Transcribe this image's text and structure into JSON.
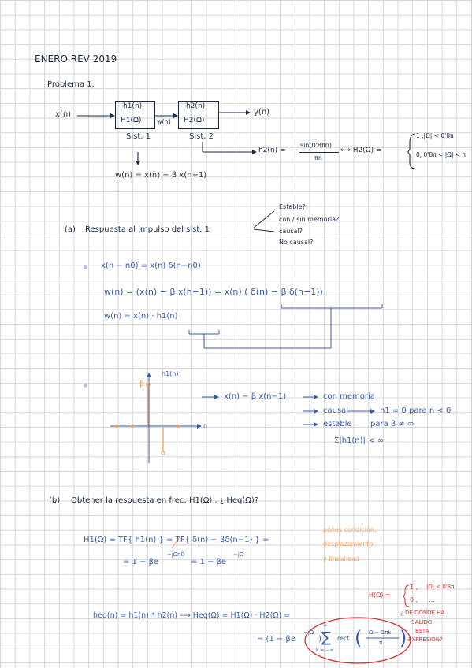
{
  "header": "ENERO REV 2019",
  "problem_title": "Problema 1:",
  "diagram": {
    "input": "x(n)",
    "h1_line1": "h1(n)",
    "h1_line2": "H1(Ω)",
    "mid_signal": "w(n)",
    "h2_line1": "h2(n)",
    "h2_line2": "H2(Ω)",
    "output": "y(n)",
    "sist1": "Sist. 1",
    "sist2": "Sist. 2",
    "h2_def_left": "h2(n) =",
    "h2_num": "sin(0'8πn)",
    "h2_den": "πn",
    "h2_transform": "⟷ H2(Ω) =",
    "case1": "1 ,|Ω| < 0'8π",
    "case2": "0, 0'8π < |Ω| < π",
    "w_eq": "w(n) = x(n) − β x(n−1)"
  },
  "part_a": {
    "label": "(a)",
    "text": "Respuesta al impulso del sist. 1",
    "options": [
      "Estable?",
      "con / sin memoria?",
      "causal?",
      "No causal?"
    ],
    "eq1": "x(n − n0) = x(n) δ(n−n0)",
    "eq2": "w(n) = (x(n) − β x(n−1)) = x(n) ( δ(n) − β δ(n−1))",
    "eq3": "w(n) = x(n) · h1(n)",
    "plot_ylabel": "h1(n)",
    "plot_beta": "β",
    "plot_n": "n",
    "res1": "x(n) − β x(n−1)",
    "res2": "con memoria",
    "res3a": "causal",
    "res3b": "h1 = 0 para n < 0",
    "res4a": "estable",
    "res4b": "para β ≠ ∞",
    "res5": "Σ|h1(n)| < ∞"
  },
  "part_b": {
    "label": "(b)",
    "text": "Obtener la respuesta en frec: H1(Ω) , ¿ Heq(Ω)?",
    "eq1": "H1(Ω) = TF{ h1(n) } = TF{ δ(n) − βδ(n−1) } =",
    "eq2a": "= 1 − βe",
    "eq2exp": "−jΩn0",
    "eq2b": "= 1 − βe",
    "eq2exp2": "−jΩ",
    "note1": "pones condición,",
    "note2": "desplazamiento",
    "note3": "y linealidad",
    "h_red_lhs": "H(Ω) =",
    "h_red_case1": "1 ,",
    "h_red_case1b": "|Ω| < 0'8π",
    "h_red_case2": "0 ,",
    "h_red_case2b": "...",
    "red_q1": "¿ DE DÓNDE HA",
    "red_q2": "SALIDO",
    "red_q3": "ESTA",
    "red_q4": "EXPRESIÓN?",
    "heq1": "heq(n) = h1(n) * h2(n) ⟶ Heq(Ω) = H1(Ω) · H2(Ω) =",
    "heq2a": "= (1 − βe",
    "heq2exp": "−jΩ",
    "heq2b": ")",
    "sum_top": "∞",
    "sum_bottom": "k = −∞",
    "rect": "rect",
    "frac_num": "Ω − 2πk",
    "frac_den": "π"
  }
}
